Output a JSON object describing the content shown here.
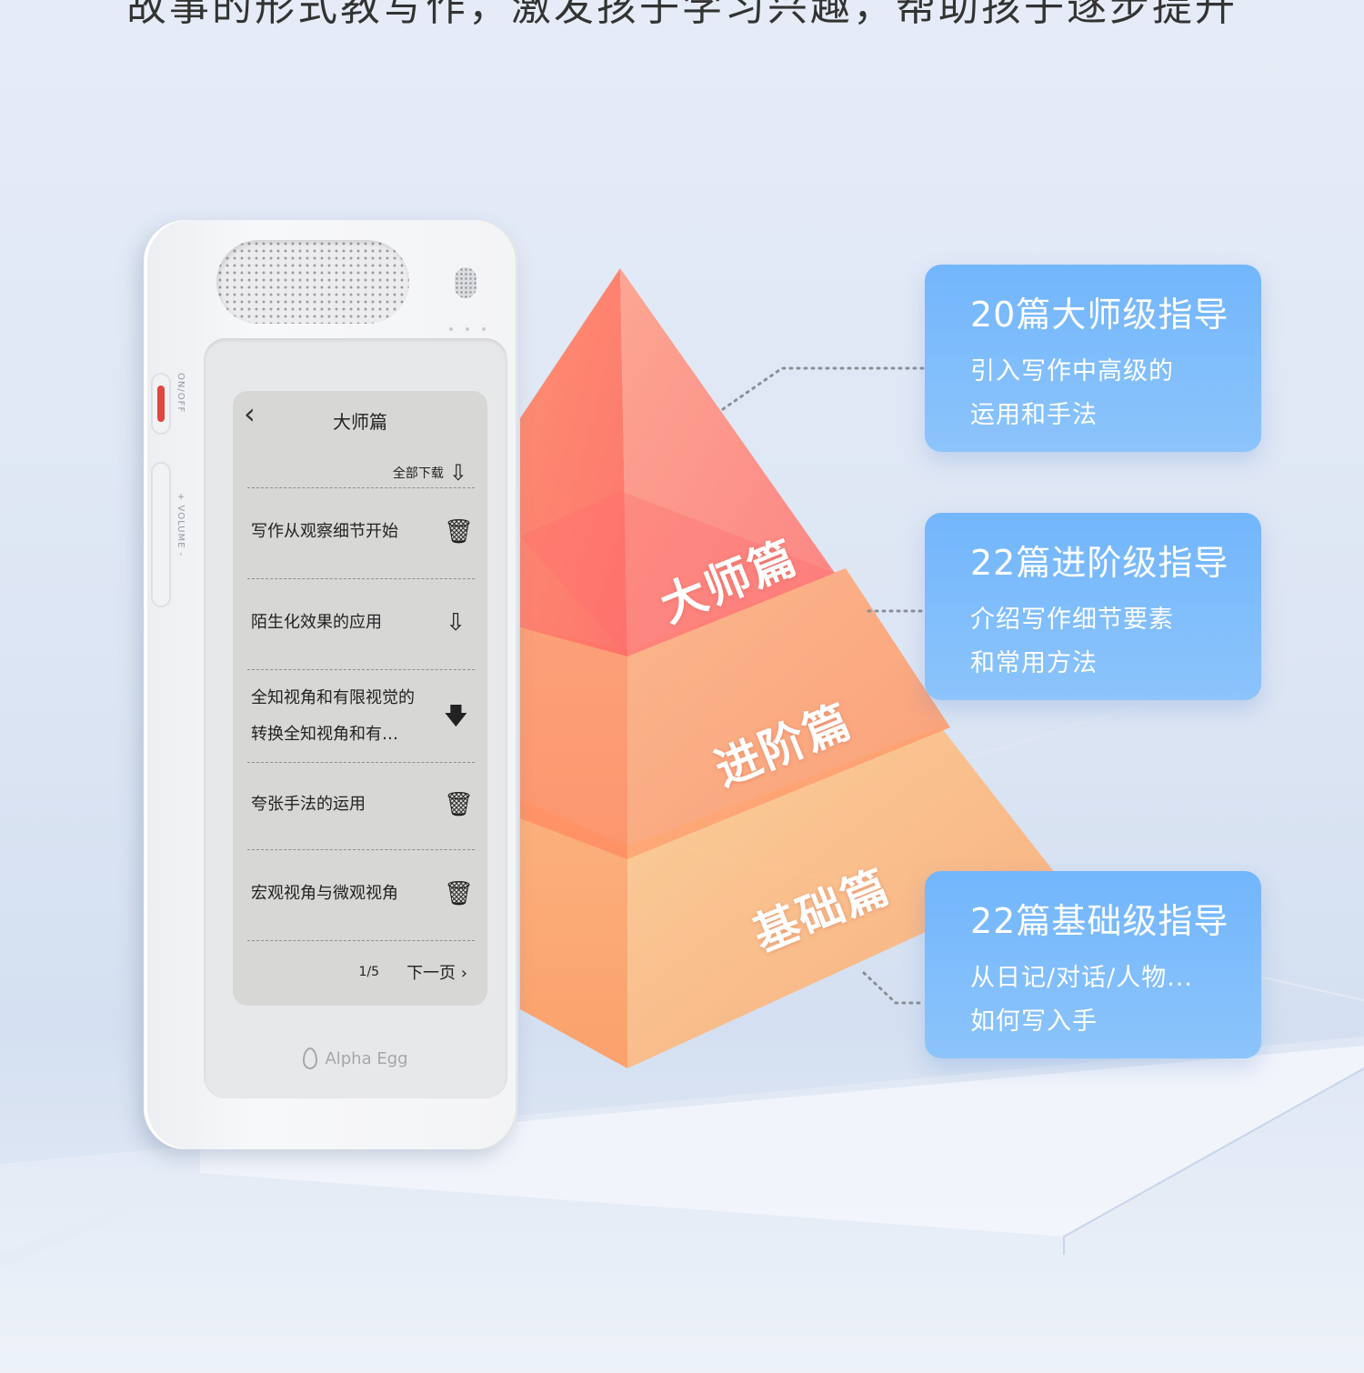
{
  "headline": "故事的形式教写作，激发孩子学习兴趣，帮助孩子逐步提升",
  "device": {
    "power_label": "ON/OFF",
    "volume_label": "+ VOLUME -",
    "brand": "Alpha Egg",
    "screen": {
      "back_icon": "chevron-left-icon",
      "title": "大师篇",
      "download_all": "全部下载",
      "items": [
        {
          "text": "写作从观察细节开始",
          "icon": "trash-icon",
          "glyph": "🗑"
        },
        {
          "text": "陌生化效果的应用",
          "icon": "download-outline-icon",
          "glyph": "⇩"
        },
        {
          "text": "全知视角和有限视觉的转换全知视角和有…",
          "icon": "download-filled-icon",
          "glyph": "🡇"
        },
        {
          "text": "夸张手法的运用",
          "icon": "trash-icon",
          "glyph": "🗑"
        },
        {
          "text": "宏观视角与微观视角",
          "icon": "trash-icon",
          "glyph": "🗑"
        }
      ],
      "page": "1/5",
      "next": "下一页",
      "next_icon": "chevron-right-icon"
    }
  },
  "pyramid": {
    "tiers": [
      "大师篇",
      "进阶篇",
      "基础篇"
    ],
    "colors": {
      "top": "#ff7a66",
      "middle": "#ff9a68",
      "bottom": "#ffb274"
    }
  },
  "cards": [
    {
      "title": "20篇大师级指导",
      "desc_line1": "引入写作中高级的",
      "desc_line2": "运用和手法"
    },
    {
      "title": "22篇进阶级指导",
      "desc_line1": "介绍写作细节要素",
      "desc_line2": "和常用方法"
    },
    {
      "title": "22篇基础级指导",
      "desc_line1": "从日记/对话/人物...",
      "desc_line2": "如何写入手"
    }
  ],
  "accent": "#7ab9fc"
}
